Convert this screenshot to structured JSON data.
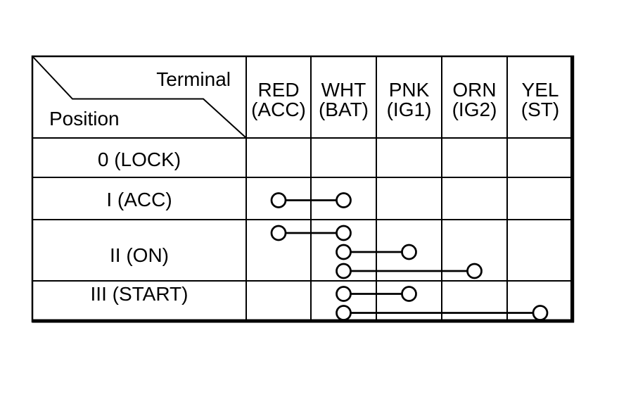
{
  "diagram": {
    "kind": "ignition-switch-terminal-continuity-table",
    "corner": {
      "top_label": "Terminal",
      "bottom_label": "Position"
    },
    "columns": [
      {
        "id": "RED",
        "line1": "RED",
        "line2": "(ACC)"
      },
      {
        "id": "WHT",
        "line1": "WHT",
        "line2": "(BAT)"
      },
      {
        "id": "PNK",
        "line1": "PNK",
        "line2": "(IG1)"
      },
      {
        "id": "ORN",
        "line1": "ORN",
        "line2": "(IG2)"
      },
      {
        "id": "YEL",
        "line1": "YEL",
        "line2": "(ST)"
      }
    ],
    "rows": [
      {
        "label": "0 (LOCK)",
        "connections": []
      },
      {
        "label": "I (ACC)",
        "connections": [
          [
            "RED",
            "WHT"
          ]
        ]
      },
      {
        "label": "II (ON)",
        "connections": [
          [
            "RED",
            "WHT"
          ],
          [
            "WHT",
            "PNK"
          ],
          [
            "WHT",
            "ORN"
          ]
        ]
      },
      {
        "label": "III (START)",
        "connections": [
          [
            "WHT",
            "PNK"
          ],
          [
            "WHT",
            "YEL"
          ]
        ]
      }
    ],
    "colors": {
      "line": "#000000",
      "background": "#ffffff",
      "circle_fill": "#ffffff"
    }
  }
}
